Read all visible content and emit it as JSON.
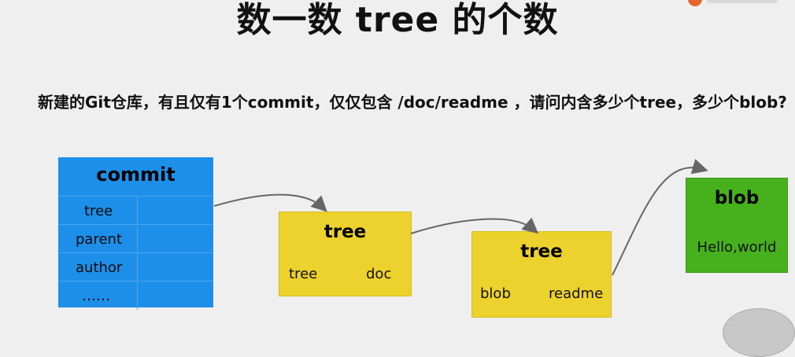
{
  "title": "数一数 tree 的个数",
  "question": "新建的Git仓库，有且仅有1个commit，仅仅包含 /doc/readme ，请问内含多少个tree，多少个blob?",
  "commit_box": {
    "header": "commit",
    "rows": [
      "tree",
      "parent",
      "author",
      "……"
    ]
  },
  "tree_box_1": {
    "header": "tree",
    "left": "tree",
    "right": "doc"
  },
  "tree_box_2": {
    "header": "tree",
    "left": "blob",
    "right": "readme"
  },
  "blob_box": {
    "header": "blob",
    "content": "Hello,world"
  },
  "colors": {
    "commit": "#1e8fe8",
    "tree": "#ecd22c",
    "blob": "#47b11d",
    "arrow": "#666666",
    "brand": "#e8632c"
  }
}
